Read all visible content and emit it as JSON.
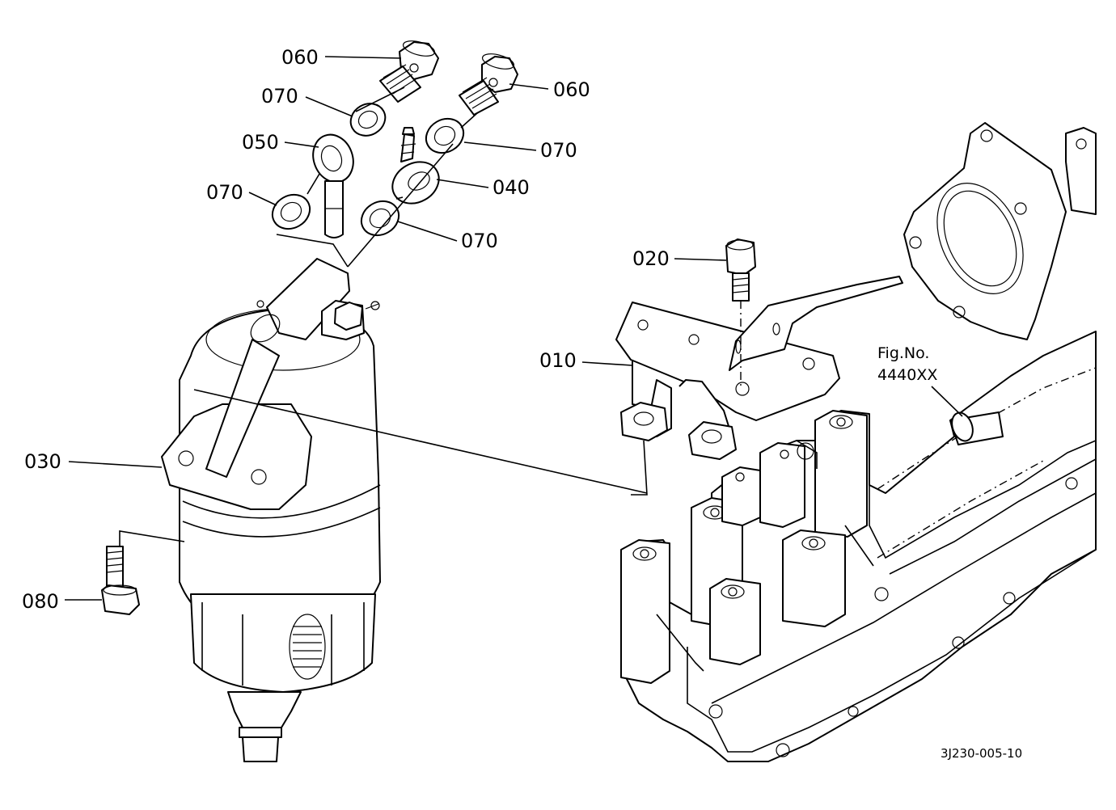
{
  "callouts": {
    "c010": "010",
    "c020": "020",
    "c030": "030",
    "c040": "040",
    "c050": "050",
    "c060_left": "060",
    "c060_right": "060",
    "c070_a": "070",
    "c070_b": "070",
    "c070_c": "070",
    "c070_d": "070",
    "c080": "080"
  },
  "figure_ref": {
    "line1": "Fig.No.",
    "line2": "4440XX"
  },
  "drawing_code": "3J230-005-10"
}
